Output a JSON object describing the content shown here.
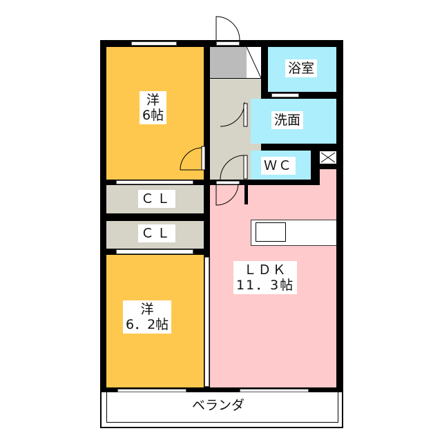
{
  "rooms": {
    "western1": {
      "name": "洋",
      "size": "6帖"
    },
    "closet1": {
      "name": "ＣＬ"
    },
    "closet2": {
      "name": "ＣＬ"
    },
    "western2": {
      "name": "洋",
      "size": "6．2帖"
    },
    "ldk": {
      "name": "ＬＤＫ",
      "size": "11．3帖"
    },
    "bath": {
      "name": "浴室"
    },
    "washroom": {
      "name": "洗面"
    },
    "toilet": {
      "name": "ＷＣ"
    },
    "balcony": {
      "name": "ベランダ"
    }
  },
  "colors": {
    "western": "#FEC84F",
    "closet": "#D6D4C7",
    "hall": "#D6D4C7",
    "entry": "#BBBBBB",
    "wet": "#ACEEFB",
    "ldk": "#FECACB",
    "wall": "#000000"
  }
}
